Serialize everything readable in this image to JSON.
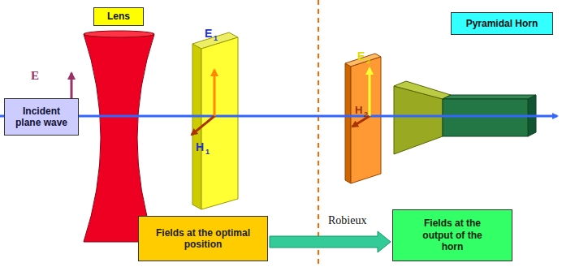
{
  "diagram": {
    "nodes": [
      {
        "text": [
          "Lens"
        ]
      },
      {
        "text": [
          "Pyramidal Horn"
        ]
      },
      {
        "text": [
          "Incident plane wave"
        ]
      },
      {
        "text": [
          "Fields at the optimal position"
        ]
      },
      {
        "text": [
          "Fields at the output of the horn"
        ]
      }
    ],
    "edges": [
      {
        "from": 3,
        "to": 4,
        "arrow": "to",
        "label": "Robieux"
      }
    ],
    "labels": [
      "E",
      "E",
      "1",
      "H",
      "1",
      "E",
      "2",
      "H",
      "2"
    ]
  }
}
